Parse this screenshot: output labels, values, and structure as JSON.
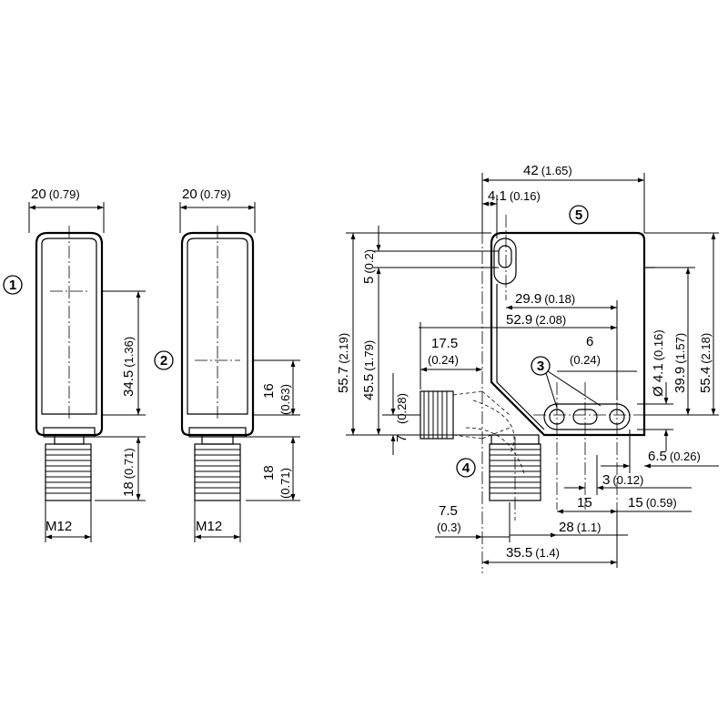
{
  "views": {
    "front": {
      "width": "20",
      "width_in": "(0.79)",
      "window_h": "34.5",
      "window_h_in": "(1.36)",
      "conn_h": "18",
      "conn_h_in": "(0.71)",
      "thread": "M12",
      "callout": "1"
    },
    "front_alt": {
      "width": "20",
      "width_in": "(0.79)",
      "axis_h": "16",
      "axis_h_in": "(0.63)",
      "conn_h": "18",
      "conn_h_in": "(0.71)",
      "thread": "M12",
      "callout": "2"
    },
    "side": {
      "d42": "42",
      "d42_in": "(1.65)",
      "d4_1": "4.1",
      "d4_1_in": "(0.16)",
      "d5": "5",
      "d5_in": "(0.2)",
      "d55_7": "55.7",
      "d55_7_in": "(2.19)",
      "d45_5": "45.5",
      "d45_5_in": "(1.79)",
      "d29_9": "29.9",
      "d29_9_in": "(0.18)",
      "d52_9": "52.9",
      "d52_9_in": "(2.08)",
      "d17_5": "17.5",
      "d17_5_in": "(0.24)",
      "d6": "6",
      "d6_in": "(0.24)",
      "d7": "7",
      "d7_in": "(0.28)",
      "dia4_1": "Ø 4.1",
      "dia4_1_in": "(0.16)",
      "d39_9": "39.9",
      "d39_9_in": "(1.57)",
      "d55_4": "55.4",
      "d55_4_in": "(2.18)",
      "d6_5": "6.5",
      "d6_5_in": "(0.26)",
      "d3": "3",
      "d3_in": "(0.12)",
      "d15a": "15",
      "d15b": "15",
      "d15b_in": "(0.59)",
      "d28": "28",
      "d28_in": "(1.1)",
      "d7_5": "7.5",
      "d7_5_in": "(0.3)",
      "d35_5": "35.5",
      "d35_5_in": "(1.4)",
      "callout3": "3",
      "callout4": "4",
      "callout5": "5"
    }
  }
}
